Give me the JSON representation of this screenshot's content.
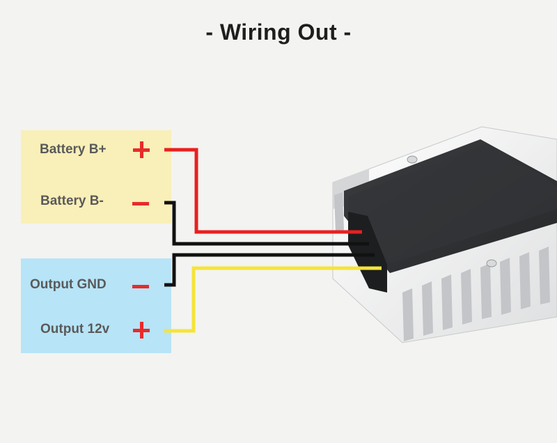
{
  "title": "- Wiring Out -",
  "terminals": {
    "battery_pos": {
      "label": "Battery B+",
      "sign": "+",
      "wire_color": "#e82020"
    },
    "battery_neg": {
      "label": "Battery B-",
      "sign": "-",
      "wire_color": "#111111"
    },
    "output_gnd": {
      "label": "Output GND",
      "sign": "-",
      "wire_color": "#111111"
    },
    "output_12v": {
      "label": "Output 12v",
      "sign": "+",
      "wire_color": "#f5e43a"
    }
  },
  "colors": {
    "input_box": "#f9efb8",
    "output_box": "#b7e4f7",
    "sign": "#e82b2b"
  }
}
